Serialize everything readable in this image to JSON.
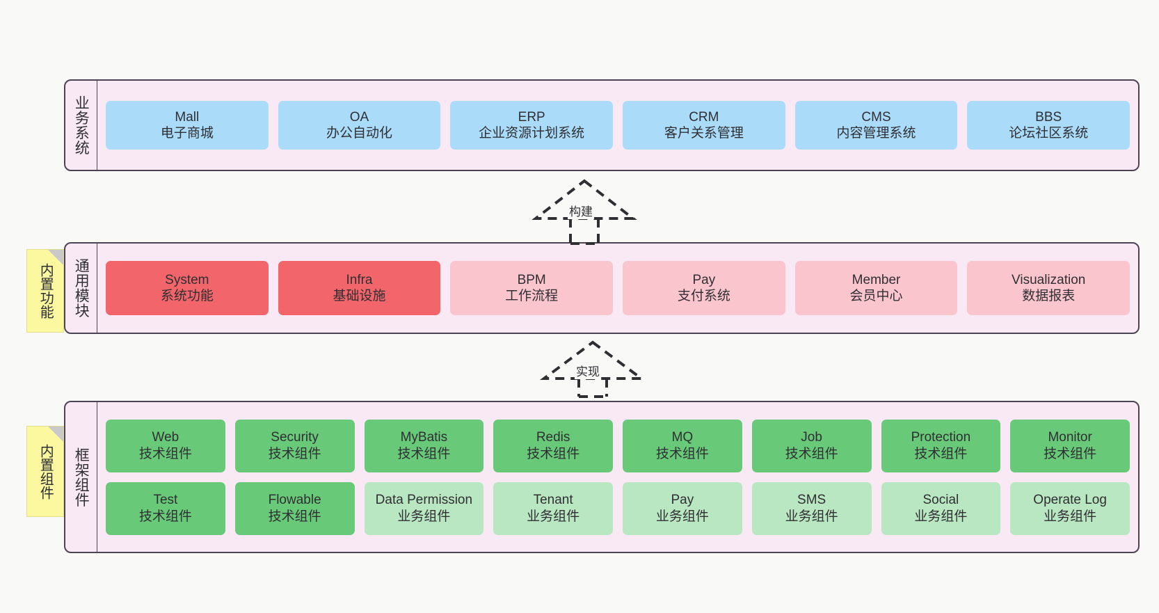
{
  "diagram": {
    "background_color": "#f9f9f8",
    "band_fill": "#f9e9f4",
    "band_border": "#4d4453",
    "sticky_color": "#fbf8a0"
  },
  "layers": [
    {
      "id": "business",
      "title": "业务系统",
      "rows": [
        {
          "cards": [
            {
              "name": "Mall",
              "sub": "电子商城",
              "color": "#aadcfa",
              "style": "c-blue"
            },
            {
              "name": "OA",
              "sub": "办公自动化",
              "color": "#aadcfa",
              "style": "c-blue"
            },
            {
              "name": "ERP",
              "sub": "企业资源计划系统",
              "color": "#aadcfa",
              "style": "c-blue"
            },
            {
              "name": "CRM",
              "sub": "客户关系管理",
              "color": "#aadcfa",
              "style": "c-blue"
            },
            {
              "name": "CMS",
              "sub": "内容管理系统",
              "color": "#aadcfa",
              "style": "c-blue"
            },
            {
              "name": "BBS",
              "sub": "论坛社区系统",
              "color": "#aadcfa",
              "style": "c-blue"
            }
          ]
        }
      ]
    },
    {
      "id": "modules",
      "title": "通用模块",
      "sticky": "内置功能",
      "rows": [
        {
          "cards": [
            {
              "name": "System",
              "sub": "系统功能",
              "color": "#f2656a",
              "style": "c-red"
            },
            {
              "name": "Infra",
              "sub": "基础设施",
              "color": "#f2656a",
              "style": "c-red"
            },
            {
              "name": "BPM",
              "sub": "工作流程",
              "color": "#fbc5ce",
              "style": "c-pink"
            },
            {
              "name": "Pay",
              "sub": "支付系统",
              "color": "#fbc5ce",
              "style": "c-pink"
            },
            {
              "name": "Member",
              "sub": "会员中心",
              "color": "#fbc5ce",
              "style": "c-pink"
            },
            {
              "name": "Visualization",
              "sub": "数据报表",
              "color": "#fbc5ce",
              "style": "c-pink"
            }
          ]
        }
      ]
    },
    {
      "id": "framework",
      "title": "框架组件",
      "sticky": "内置组件",
      "rows": [
        {
          "cards": [
            {
              "name": "Web",
              "sub": "技术组件",
              "color": "#68ca79",
              "style": "c-green"
            },
            {
              "name": "Security",
              "sub": "技术组件",
              "color": "#68ca79",
              "style": "c-green"
            },
            {
              "name": "MyBatis",
              "sub": "技术组件",
              "color": "#68ca79",
              "style": "c-green"
            },
            {
              "name": "Redis",
              "sub": "技术组件",
              "color": "#68ca79",
              "style": "c-green"
            },
            {
              "name": "MQ",
              "sub": "技术组件",
              "color": "#68ca79",
              "style": "c-green"
            },
            {
              "name": "Job",
              "sub": "技术组件",
              "color": "#68ca79",
              "style": "c-green"
            },
            {
              "name": "Protection",
              "sub": "技术组件",
              "color": "#68ca79",
              "style": "c-green"
            },
            {
              "name": "Monitor",
              "sub": "技术组件",
              "color": "#68ca79",
              "style": "c-green"
            }
          ]
        },
        {
          "cards": [
            {
              "name": "Test",
              "sub": "技术组件",
              "color": "#68ca79",
              "style": "c-green"
            },
            {
              "name": "Flowable",
              "sub": "技术组件",
              "color": "#68ca79",
              "style": "c-green"
            },
            {
              "name": "Data Permission",
              "sub": "业务组件",
              "color": "#b9e7c2",
              "style": "c-greenlight"
            },
            {
              "name": "Tenant",
              "sub": "业务组件",
              "color": "#b9e7c2",
              "style": "c-greenlight"
            },
            {
              "name": "Pay",
              "sub": "业务组件",
              "color": "#b9e7c2",
              "style": "c-greenlight"
            },
            {
              "name": "SMS",
              "sub": "业务组件",
              "color": "#b9e7c2",
              "style": "c-greenlight"
            },
            {
              "name": "Social",
              "sub": "业务组件",
              "color": "#b9e7c2",
              "style": "c-greenlight"
            },
            {
              "name": "Operate Log",
              "sub": "业务组件",
              "color": "#b9e7c2",
              "style": "c-greenlight"
            }
          ]
        }
      ]
    }
  ],
  "arrows": [
    {
      "id": "build",
      "label": "构建",
      "from": "modules",
      "to": "business"
    },
    {
      "id": "implement",
      "label": "实现",
      "from": "framework",
      "to": "modules"
    }
  ]
}
